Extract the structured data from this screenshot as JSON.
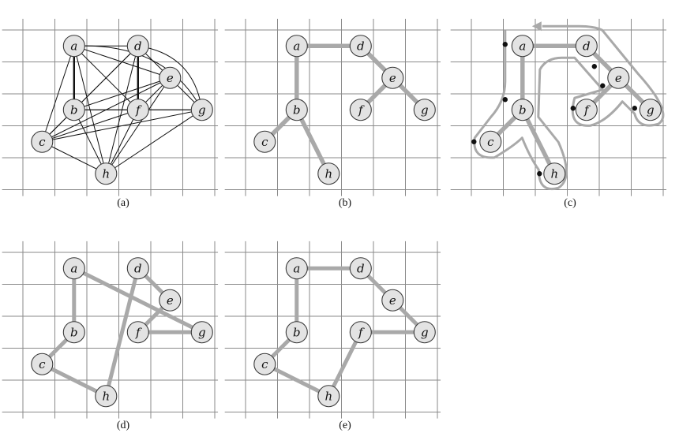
{
  "node_names": [
    "a",
    "b",
    "c",
    "d",
    "e",
    "f",
    "g",
    "h"
  ],
  "panels": {
    "a": {
      "caption": "(a)",
      "edge_set": "complete",
      "thick_edges": [
        [
          "a",
          "b"
        ],
        [
          "d",
          "f"
        ]
      ]
    },
    "b": {
      "caption": "(b)",
      "edge_set": "tree",
      "edges": [
        [
          "a",
          "b"
        ],
        [
          "a",
          "d"
        ],
        [
          "b",
          "c"
        ],
        [
          "b",
          "h"
        ],
        [
          "d",
          "e"
        ],
        [
          "e",
          "f"
        ],
        [
          "e",
          "g"
        ]
      ]
    },
    "c": {
      "caption": "(c)",
      "edge_set": "tree-with-walk",
      "edges": [
        [
          "a",
          "b"
        ],
        [
          "a",
          "d"
        ],
        [
          "b",
          "c"
        ],
        [
          "b",
          "h"
        ],
        [
          "d",
          "e"
        ],
        [
          "e",
          "f"
        ],
        [
          "e",
          "g"
        ]
      ]
    },
    "d": {
      "caption": "(d)",
      "edge_set": "tour",
      "edges": [
        [
          "a",
          "b"
        ],
        [
          "b",
          "c"
        ],
        [
          "c",
          "h"
        ],
        [
          "h",
          "d"
        ],
        [
          "d",
          "e"
        ],
        [
          "e",
          "f"
        ],
        [
          "f",
          "g"
        ],
        [
          "g",
          "a"
        ]
      ]
    },
    "e": {
      "caption": "(e)",
      "edge_set": "tour",
      "edges": [
        [
          "a",
          "b"
        ],
        [
          "b",
          "c"
        ],
        [
          "c",
          "h"
        ],
        [
          "h",
          "f"
        ],
        [
          "f",
          "g"
        ],
        [
          "g",
          "e"
        ],
        [
          "e",
          "d"
        ],
        [
          "d",
          "a"
        ]
      ]
    }
  },
  "colors": {
    "node_fill": "#e3e3e3",
    "highlight_edge": "#a9a9a9",
    "grid": "#8a8a8a",
    "ink": "#111111"
  }
}
